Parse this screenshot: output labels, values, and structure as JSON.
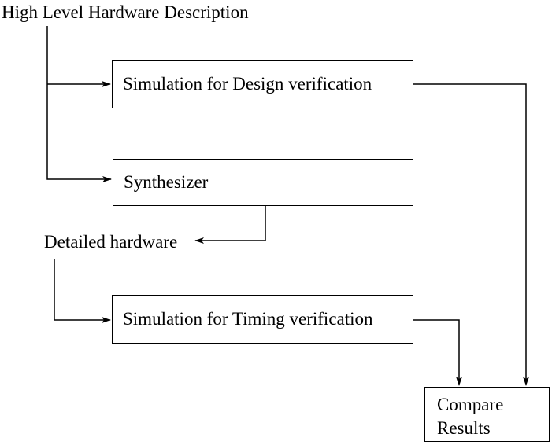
{
  "diagram": {
    "type": "flowchart",
    "background_color": "#ffffff",
    "line_color": "#000000",
    "text_color": "#000000",
    "title_label": "High Level Hardware Description",
    "nodes": {
      "sim_design": {
        "label": "Simulation for Design verification"
      },
      "synthesizer": {
        "label": "Synthesizer"
      },
      "sim_timing": {
        "label": "Simulation for Timing verification"
      },
      "compare": {
        "line1": "Compare",
        "line2": "Results"
      }
    },
    "floating_labels": {
      "detailed_hardware": "Detailed hardware"
    },
    "edges": [
      {
        "from": "High Level Hardware Description",
        "to": "Simulation for Design verification"
      },
      {
        "from": "High Level Hardware Description",
        "to": "Synthesizer"
      },
      {
        "from": "Synthesizer",
        "to": "Detailed hardware"
      },
      {
        "from": "Detailed hardware",
        "to": "Simulation for Timing verification"
      },
      {
        "from": "Simulation for Design verification",
        "to": "Compare Results"
      },
      {
        "from": "Simulation for Timing verification",
        "to": "Compare Results"
      }
    ]
  }
}
